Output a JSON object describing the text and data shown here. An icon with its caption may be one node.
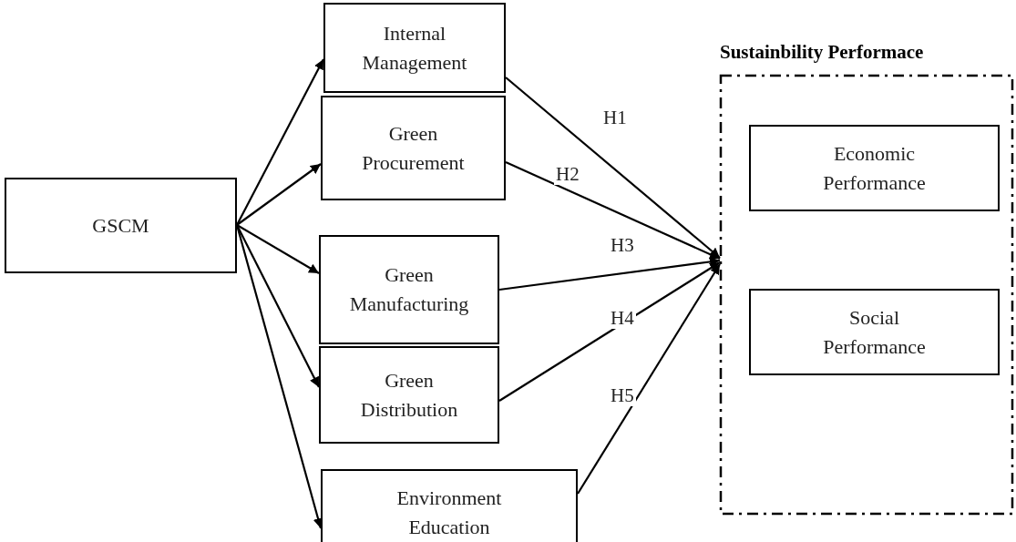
{
  "diagram": {
    "nodes": [
      {
        "text": [
          "GSCM"
        ]
      },
      {
        "text": [
          "Internal Management"
        ]
      },
      {
        "text": [
          "Green Procurement"
        ]
      },
      {
        "text": [
          "Green Manufacturing"
        ]
      },
      {
        "text": [
          "Green Distribution"
        ]
      },
      {
        "text": [
          "Environment Education"
        ]
      },
      {
        "text": [
          "Sustainbility Performace"
        ]
      },
      {
        "text": [
          "Economic Performance"
        ],
        "in": 6
      },
      {
        "text": [
          "Social Performance"
        ],
        "in": 6
      }
    ],
    "edges": [
      {
        "from": 0,
        "to": 1,
        "arrow": "to"
      },
      {
        "from": 0,
        "to": 2,
        "arrow": "to"
      },
      {
        "from": 0,
        "to": 3,
        "arrow": "to"
      },
      {
        "from": 0,
        "to": 4,
        "arrow": "to"
      },
      {
        "from": 0,
        "to": 5,
        "arrow": "to"
      },
      {
        "from": 1,
        "to": 6,
        "arrow": "to",
        "label": "H1"
      },
      {
        "from": 2,
        "to": 6,
        "arrow": "to",
        "label": "H2"
      },
      {
        "from": 3,
        "to": 6,
        "arrow": "to",
        "label": "H3"
      },
      {
        "from": 4,
        "to": 6,
        "arrow": "to",
        "label": "H4"
      },
      {
        "from": 5,
        "to": 6,
        "arrow": "to",
        "label": "H5"
      }
    ]
  }
}
